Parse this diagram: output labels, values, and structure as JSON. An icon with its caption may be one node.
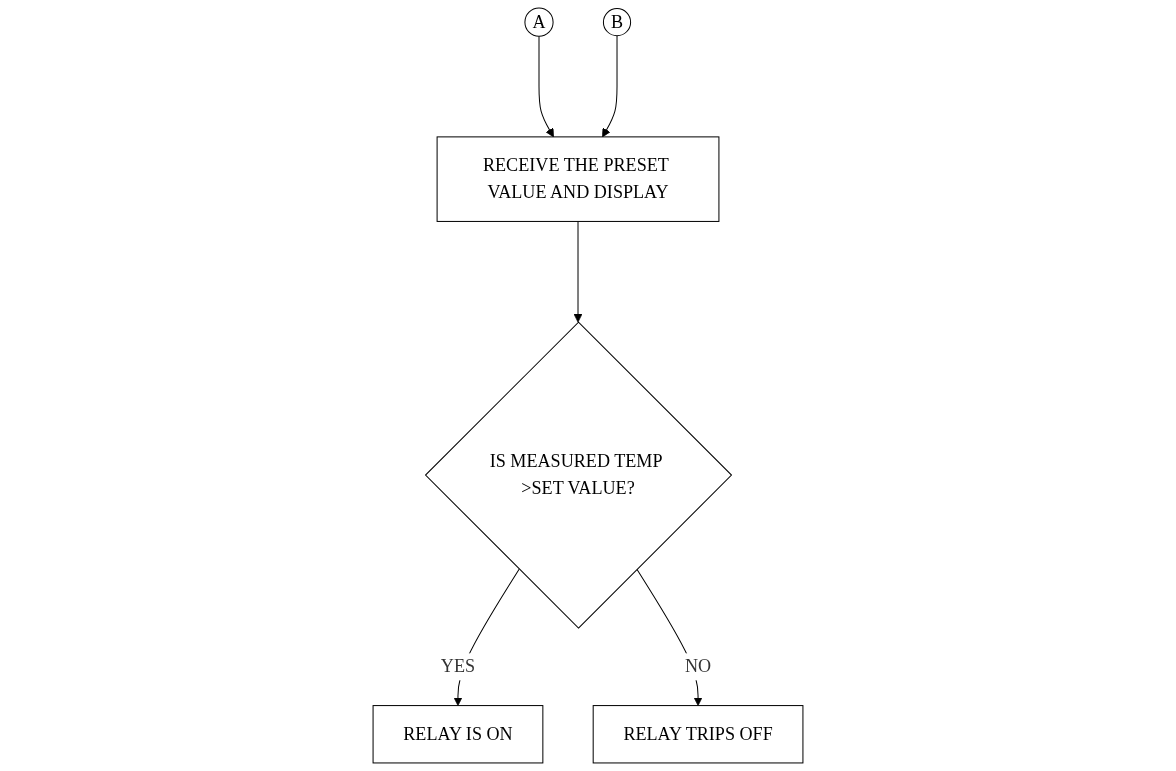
{
  "diagram": {
    "nodes": [
      {
        "text": [
          "A"
        ]
      },
      {
        "text": [
          "RECEIVE THE PRESET VALUE AND DISPLAY"
        ]
      },
      {
        "text": [
          "B"
        ]
      },
      {
        "text": [
          "IS MEASURED TEMP >SET VALUE?"
        ]
      },
      {
        "text": [
          "RELAY IS ON"
        ]
      },
      {
        "text": [
          "RELAY TRIPS OFF"
        ]
      }
    ],
    "edges": [
      {
        "from": 0,
        "to": 1,
        "arrow": "to"
      },
      {
        "from": 2,
        "to": 1,
        "arrow": "to"
      },
      {
        "from": 1,
        "to": 3,
        "arrow": "to"
      },
      {
        "from": 3,
        "to": 4,
        "label": "YES",
        "arrow": "to"
      },
      {
        "from": 3,
        "to": 5,
        "label": "NO",
        "arrow": "to"
      }
    ]
  }
}
